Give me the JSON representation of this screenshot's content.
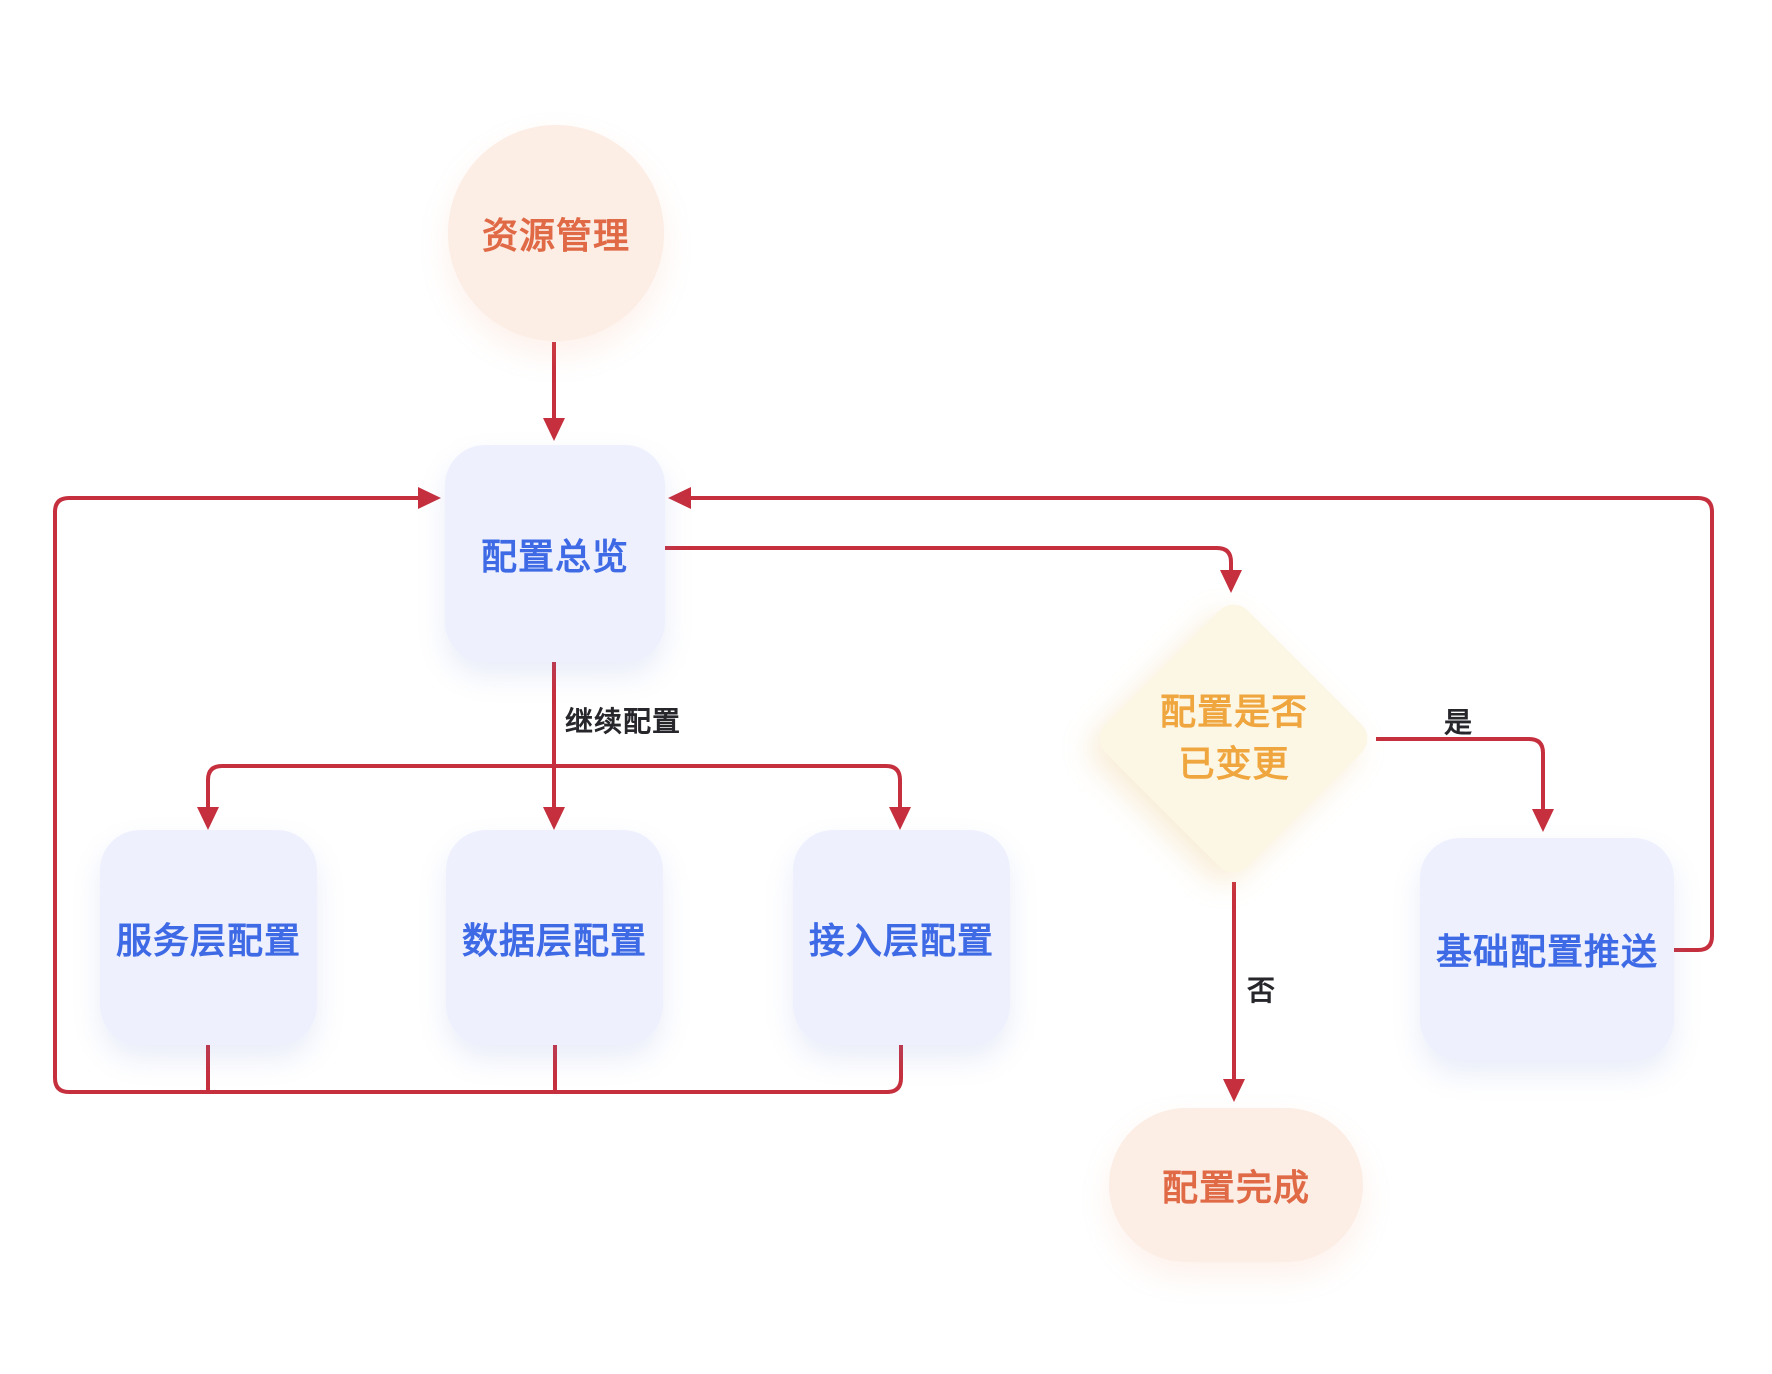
{
  "diagram": {
    "type": "flowchart",
    "nodes": {
      "start": {
        "label": "资源管理",
        "shape": "circle"
      },
      "overview": {
        "label": "配置总览",
        "shape": "rounded-box"
      },
      "service": {
        "label": "服务层配置",
        "shape": "rounded-box"
      },
      "data": {
        "label": "数据层配置",
        "shape": "rounded-box"
      },
      "access": {
        "label": "接入层配置",
        "shape": "rounded-box"
      },
      "decision": {
        "label_line1": "配置是否",
        "label_line2": "已变更",
        "shape": "diamond"
      },
      "push": {
        "label": "基础配置推送",
        "shape": "rounded-box"
      },
      "done": {
        "label": "配置完成",
        "shape": "pill"
      }
    },
    "edge_labels": {
      "continue": "继续配置",
      "yes": "是",
      "no": "否"
    },
    "edges": [
      "资源管理 → 配置总览",
      "配置总览 → 服务层配置 (继续配置)",
      "配置总览 → 数据层配置 (继续配置)",
      "配置总览 → 接入层配置 (继续配置)",
      "服务层配置 → 配置总览",
      "数据层配置 → 配置总览",
      "接入层配置 → 配置总览",
      "配置总览 → 配置是否已变更",
      "配置是否已变更 → 基础配置推送 (是)",
      "配置是否已变更 → 配置完成 (否)",
      "基础配置推送 → 配置总览"
    ],
    "colors": {
      "background": "#FFFFFF",
      "connector": "#C62F3D",
      "box_fill": "#EEF1FD",
      "box_text": "#3F6AE6",
      "warm_fill": "#FCEDE5",
      "warm_text": "#E06946",
      "diamond_fill": "#FCF6E5",
      "diamond_text": "#F0A63E",
      "edge_label_text": "#26262B"
    }
  }
}
